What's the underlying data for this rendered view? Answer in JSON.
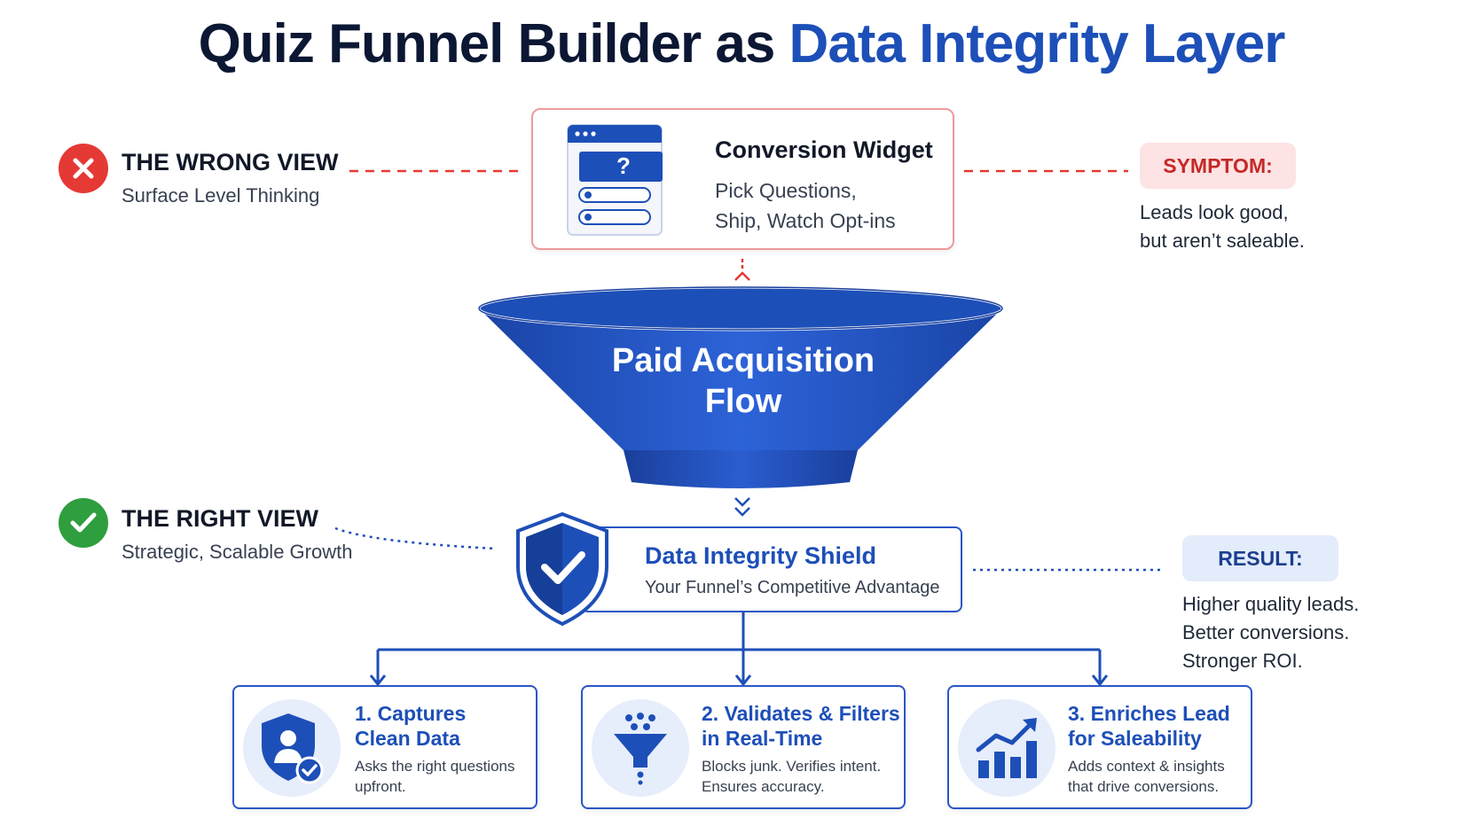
{
  "title": {
    "part1": "Quiz Funnel Builder as ",
    "part2": "Data Integrity Layer"
  },
  "wrong_view": {
    "heading": "THE WRONG VIEW",
    "subheading": "Surface Level Thinking"
  },
  "right_view": {
    "heading": "THE RIGHT VIEW",
    "subheading": "Strategic, Scalable Growth"
  },
  "widget": {
    "title": "Conversion Widget",
    "line1": "Pick Questions,",
    "line2": "Ship, Watch Opt-ins",
    "glyph": "?"
  },
  "symptom": {
    "label": "SYMPTOM:",
    "line1": "Leads look good,",
    "line2": "but aren’t saleable."
  },
  "funnel": {
    "line1": "Paid Acquisition",
    "line2": "Flow"
  },
  "shield": {
    "title": "Data Integrity Shield",
    "subtitle": "Your Funnel’s Competitive Advantage"
  },
  "result": {
    "label": "RESULT:",
    "line1": "Higher quality leads.",
    "line2": "Better conversions.",
    "line3": "Stronger ROI."
  },
  "steps": [
    {
      "title1": "1. Captures",
      "title2": "Clean Data",
      "desc1": "Asks the right questions",
      "desc2": "upfront.",
      "icon": "user-shield-icon"
    },
    {
      "title1": "2. Validates & Filters",
      "title2": "in Real-Time",
      "desc1": "Blocks junk. Verifies intent.",
      "desc2": "Ensures accuracy.",
      "icon": "filter-funnel-icon"
    },
    {
      "title1": "3. Enriches Lead",
      "title2": "for Saleability",
      "desc1": "Adds context & insights",
      "desc2": "that drive conversions.",
      "icon": "growth-chart-icon"
    }
  ],
  "colors": {
    "navy": "#0b1733",
    "brand_blue": "#1d4fb8",
    "error_red": "#e53935",
    "success_green": "#2e9e3e",
    "symptom_bg": "#fde3e3",
    "result_bg": "#e3ecfb"
  }
}
